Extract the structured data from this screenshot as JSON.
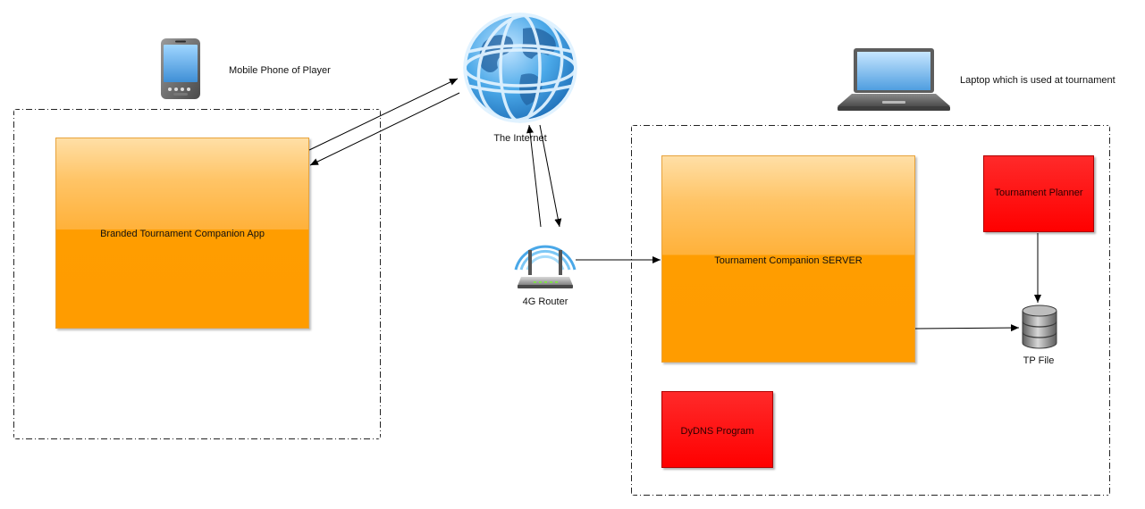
{
  "labels": {
    "mobile_phone": "Mobile Phone of Player",
    "laptop": "Laptop which is used at tournament",
    "internet": "The Internet",
    "router": "4G Router",
    "tp_file": "TP File"
  },
  "boxes": {
    "app": "Branded Tournament Companion App",
    "server": "Tournament Companion SERVER",
    "planner": "Tournament Planner",
    "dydns": "DyDNS Program"
  },
  "icons": [
    "mobile-phone-icon",
    "laptop-icon",
    "globe-icon",
    "router-icon",
    "database-icon"
  ],
  "colors": {
    "orange": "#ff9c00",
    "red": "#ff0000",
    "globe_blue": "#4aa8e8"
  }
}
